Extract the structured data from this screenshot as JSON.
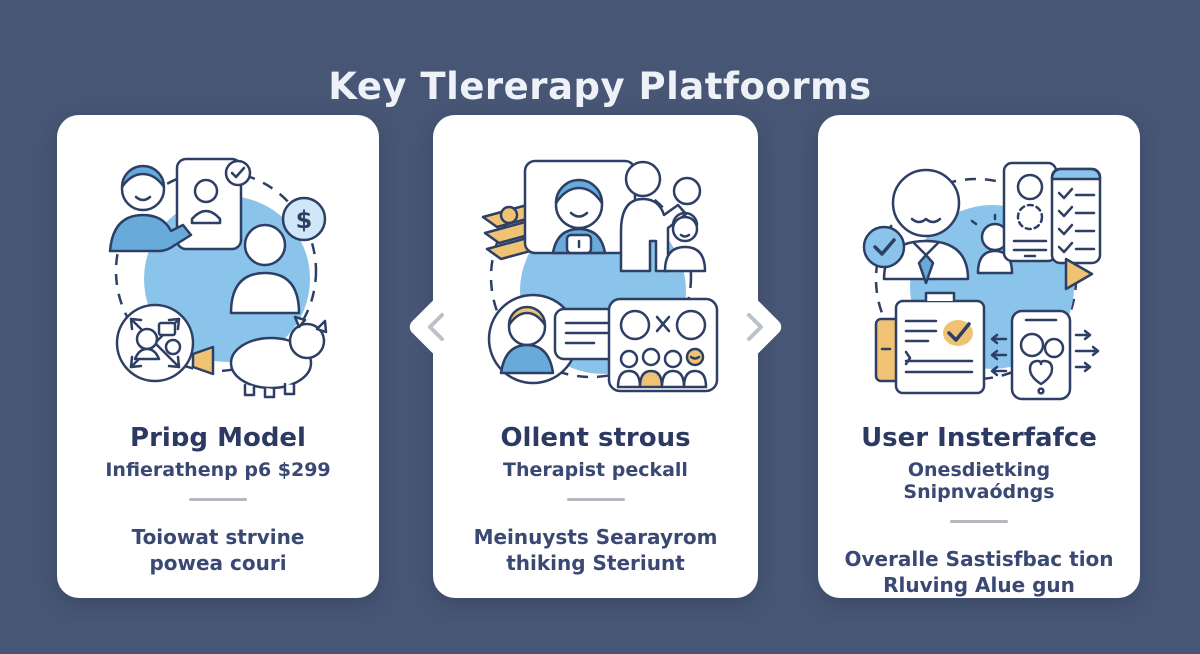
{
  "header": {
    "title": "Key Tlererapy Platfoorms"
  },
  "carousel": {
    "prev_icon": "chevron-left",
    "next_icon": "chevron-right"
  },
  "cards": [
    {
      "title": "Priɒg Model",
      "subtitle": "Infierathenp p6 $299",
      "body_line1": "Toiowat strvine",
      "body_line2": "powea couri",
      "illustration": "pricing-model-illustration",
      "dollar_symbol": "$"
    },
    {
      "title": "Ollent strous",
      "subtitle": "Therapist peckall",
      "body_line1": "Meinuysts Searayrom",
      "body_line2": "thiking Steriunt",
      "illustration": "client-group-illustration"
    },
    {
      "title": "User Insterfafce",
      "subtitle": "Onesdietking Snipnvaódngs",
      "body_line1": "Overalle Sastisfbac tion",
      "body_line2": "Rluving Alue gun",
      "illustration": "user-interface-illustration"
    }
  ],
  "colors": {
    "background": "#475674",
    "card": "#ffffff",
    "outline_navy": "#2e3f66",
    "accent_blue": "#8ac4ea",
    "accent_blue_medium": "#68abdb",
    "accent_tan": "#f0c273",
    "heading_text": "#2b3963",
    "body_text": "#3a4874",
    "divider": "#b5b8be",
    "chevron": "#bcc1c8",
    "title_text": "#eef2f8"
  }
}
